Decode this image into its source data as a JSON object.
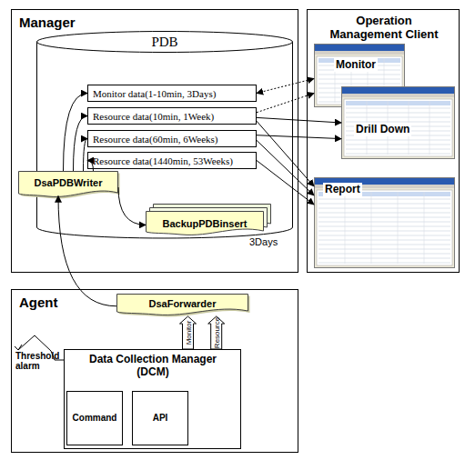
{
  "diagram": {
    "nodes": [
      {
        "text": [
          "Manager"
        ]
      },
      {
        "text": [
          "PDB"
        ],
        "in": 0
      },
      {
        "text": [
          "Monitor data(1-10min, 3Days)"
        ],
        "in": 1
      },
      {
        "text": [
          "Resource data(10min, 1Week)"
        ],
        "in": 1
      },
      {
        "text": [
          "Resource data(60min, 6Weeks)"
        ],
        "in": 1
      },
      {
        "text": [
          "Resource data(1440min, 53Weeks)"
        ],
        "in": 1
      },
      {
        "text": [
          "DsaPDBWriter"
        ],
        "in": 0
      },
      {
        "text": [
          "BackupPDBinsert"
        ],
        "in": 0
      },
      {
        "text": [
          "Operation Management Client"
        ]
      },
      {
        "text": [
          "Monitor"
        ],
        "in": 8
      },
      {
        "text": [
          "Drill Down"
        ],
        "in": 8
      },
      {
        "text": [
          "Report"
        ],
        "in": 8
      },
      {
        "text": [
          "Agent"
        ]
      },
      {
        "text": [
          "DsaForwarder"
        ],
        "in": 12
      },
      {
        "text": [
          "Data Collection Manager (DCM)"
        ],
        "in": 12
      },
      {
        "text": [
          "Command"
        ],
        "in": 14
      },
      {
        "text": [
          "API"
        ],
        "in": 14
      }
    ],
    "edges": [
      {
        "from": 6,
        "to": 2,
        "arrow": "to"
      },
      {
        "from": 6,
        "to": 3,
        "arrow": "to"
      },
      {
        "from": 6,
        "to": 4,
        "arrow": "to"
      },
      {
        "from": 6,
        "to": 5,
        "arrow": "to"
      },
      {
        "from": 6,
        "to": 7,
        "arrow": "to"
      },
      {
        "from": 13,
        "to": 6,
        "arrow": "to"
      },
      {
        "from": 14,
        "to": 13,
        "label": "Monitor",
        "arrow": "to"
      },
      {
        "from": 14,
        "to": 13,
        "label": "Resource",
        "arrow": "to"
      },
      {
        "from": 2,
        "to": 9,
        "arrow": "both"
      },
      {
        "from": 3,
        "to": 9,
        "arrow": "to"
      },
      {
        "from": 3,
        "to": 10,
        "arrow": "to"
      },
      {
        "from": 4,
        "to": 10,
        "arrow": "to"
      },
      {
        "from": 3,
        "to": 11,
        "arrow": "to"
      },
      {
        "from": 4,
        "to": 11,
        "arrow": "to"
      },
      {
        "from": 5,
        "to": 11,
        "arrow": "to"
      }
    ],
    "labels": [
      "3Days",
      "Threshold alarm"
    ]
  }
}
